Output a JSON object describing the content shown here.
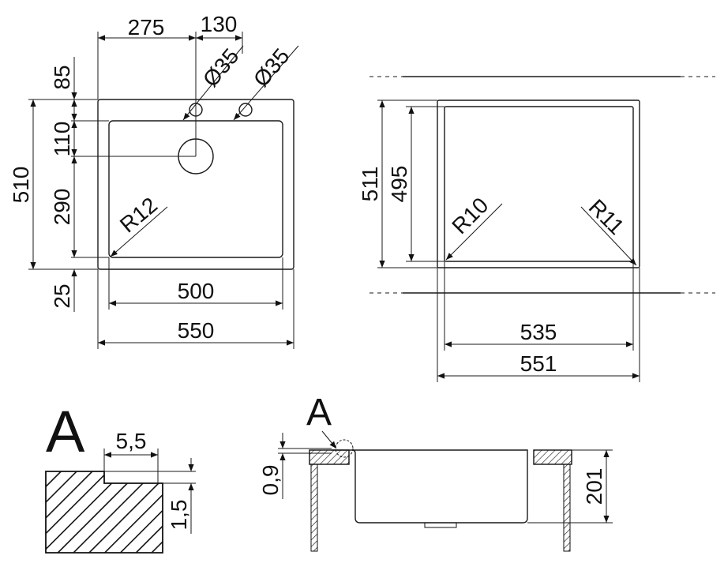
{
  "top_view": {
    "d_275": "275",
    "d_130": "130",
    "d_phi1": "Ø35",
    "d_phi2": "Ø35",
    "d_85": "85",
    "d_110": "110",
    "d_510": "510",
    "d_290": "290",
    "d_r12": "R12",
    "d_25": "25",
    "d_500": "500",
    "d_550": "550"
  },
  "cutout_view": {
    "d_511": "511",
    "d_495": "495",
    "d_r10": "R10",
    "d_r11": "R11",
    "d_535": "535",
    "d_551": "551"
  },
  "detail_a": {
    "label": "A",
    "d_55": "5,5",
    "d_15": "1,5"
  },
  "section_view": {
    "label": "A",
    "d_09": "0,9",
    "d_201": "201"
  }
}
